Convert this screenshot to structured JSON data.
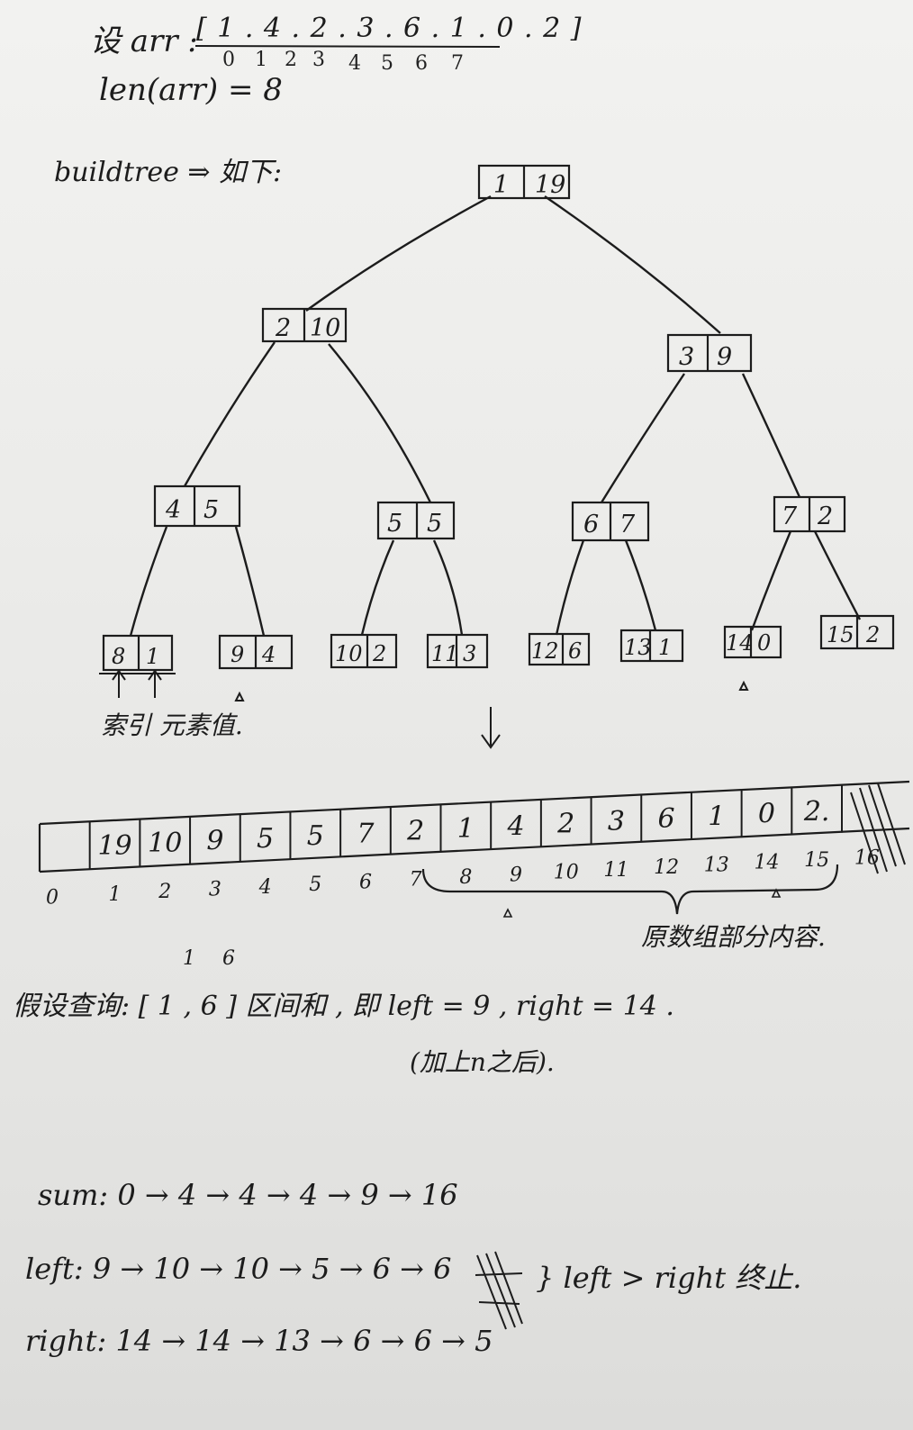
{
  "header": {
    "arr_label": "设 arr :",
    "arr_values": "[ 1 . 4 . 2 . 3 . 6 . 1 . 0 . 2 ]",
    "arr_indices": [
      "0",
      "1",
      "2",
      "3",
      "4",
      "5",
      "6",
      "7"
    ],
    "len_line": "len(arr) = 8",
    "build_label": "buildtree ⇒ 如下:"
  },
  "tree": {
    "root": {
      "index": "1",
      "value": "19"
    },
    "level1": [
      {
        "index": "2",
        "value": "10"
      },
      {
        "index": "3",
        "value": "9"
      }
    ],
    "level2": [
      {
        "index": "4",
        "value": "5"
      },
      {
        "index": "5",
        "value": "5"
      },
      {
        "index": "6",
        "value": "7"
      },
      {
        "index": "7",
        "value": "2"
      }
    ],
    "leaves": [
      {
        "index": "8",
        "value": "1"
      },
      {
        "index": "9",
        "value": "4"
      },
      {
        "index": "10",
        "value": "2"
      },
      {
        "index": "11",
        "value": "3"
      },
      {
        "index": "12",
        "value": "6"
      },
      {
        "index": "13",
        "value": "1"
      },
      {
        "index": "14",
        "value": "0"
      },
      {
        "index": "15",
        "value": "2"
      }
    ],
    "leaf_note": "索引 元素值."
  },
  "array": {
    "cells": [
      "",
      "19",
      "10",
      "9",
      "5",
      "5",
      "7",
      "2",
      "1",
      "4",
      "2",
      "3",
      "6",
      "1",
      "0",
      "2."
    ],
    "indices": [
      "0",
      "1",
      "2",
      "3",
      "4",
      "5",
      "6",
      "7",
      "8",
      "9",
      "10",
      "11",
      "12",
      "13",
      "14",
      "15",
      "16"
    ],
    "brace_note": "原数组部分内容."
  },
  "query": {
    "line": "假设查询: [ 1 , 6 ] 区间和 , 即 left = 9 , right = 14 .",
    "sub_note": "(加上n之后).",
    "raised_1": "1",
    "raised_6": "6"
  },
  "trace": {
    "sum": "sum: 0 → 4 → 4 → 4 → 9 → 16",
    "left": "left: 9 → 10 → 10 → 5 → 6 → 6",
    "right": "right: 14 → 14 → 13 → 6 → 6 → 5",
    "stop_note": "} left > right 终止."
  }
}
